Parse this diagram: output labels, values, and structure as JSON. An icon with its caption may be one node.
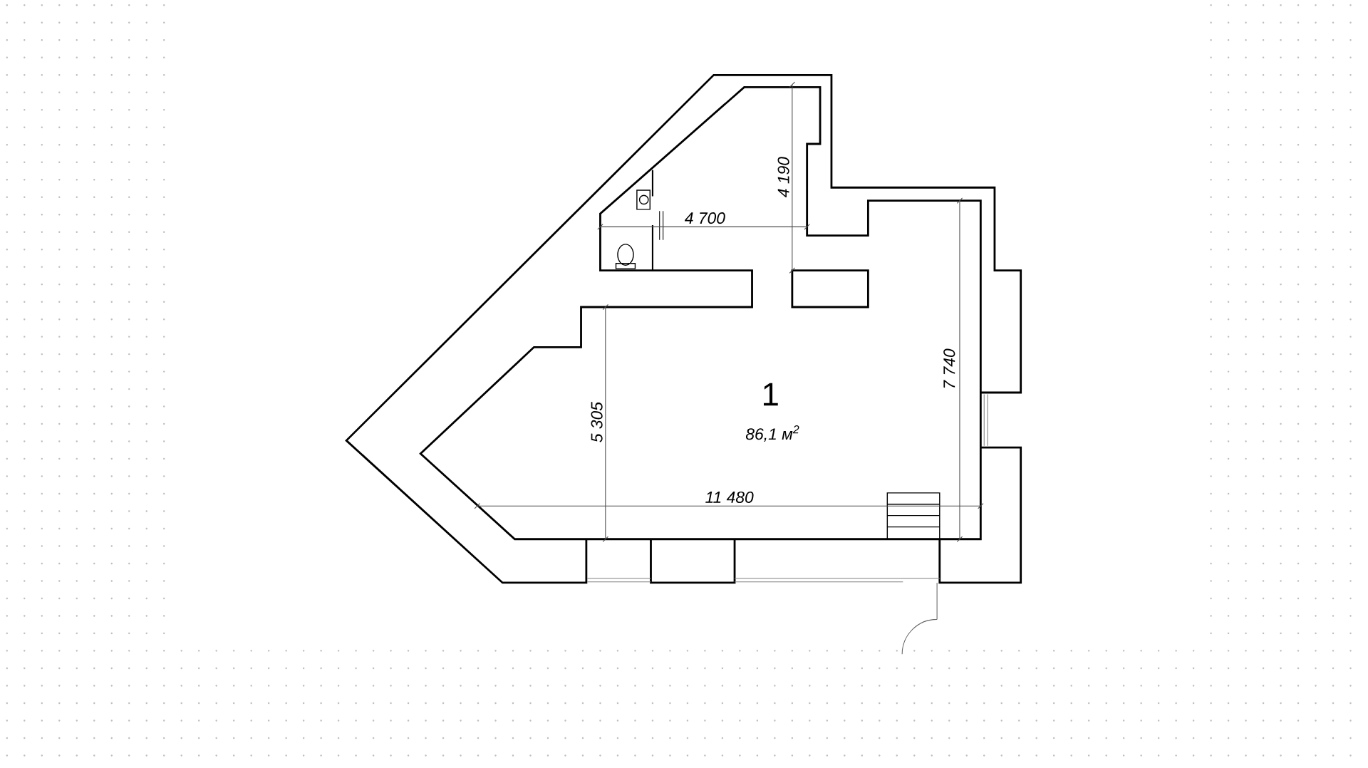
{
  "diagram": {
    "labels": [
      "4 190",
      "4 700",
      "1",
      "7 740",
      "86,1 м$^{2}$",
      "5 305",
      "11 480"
    ]
  }
}
